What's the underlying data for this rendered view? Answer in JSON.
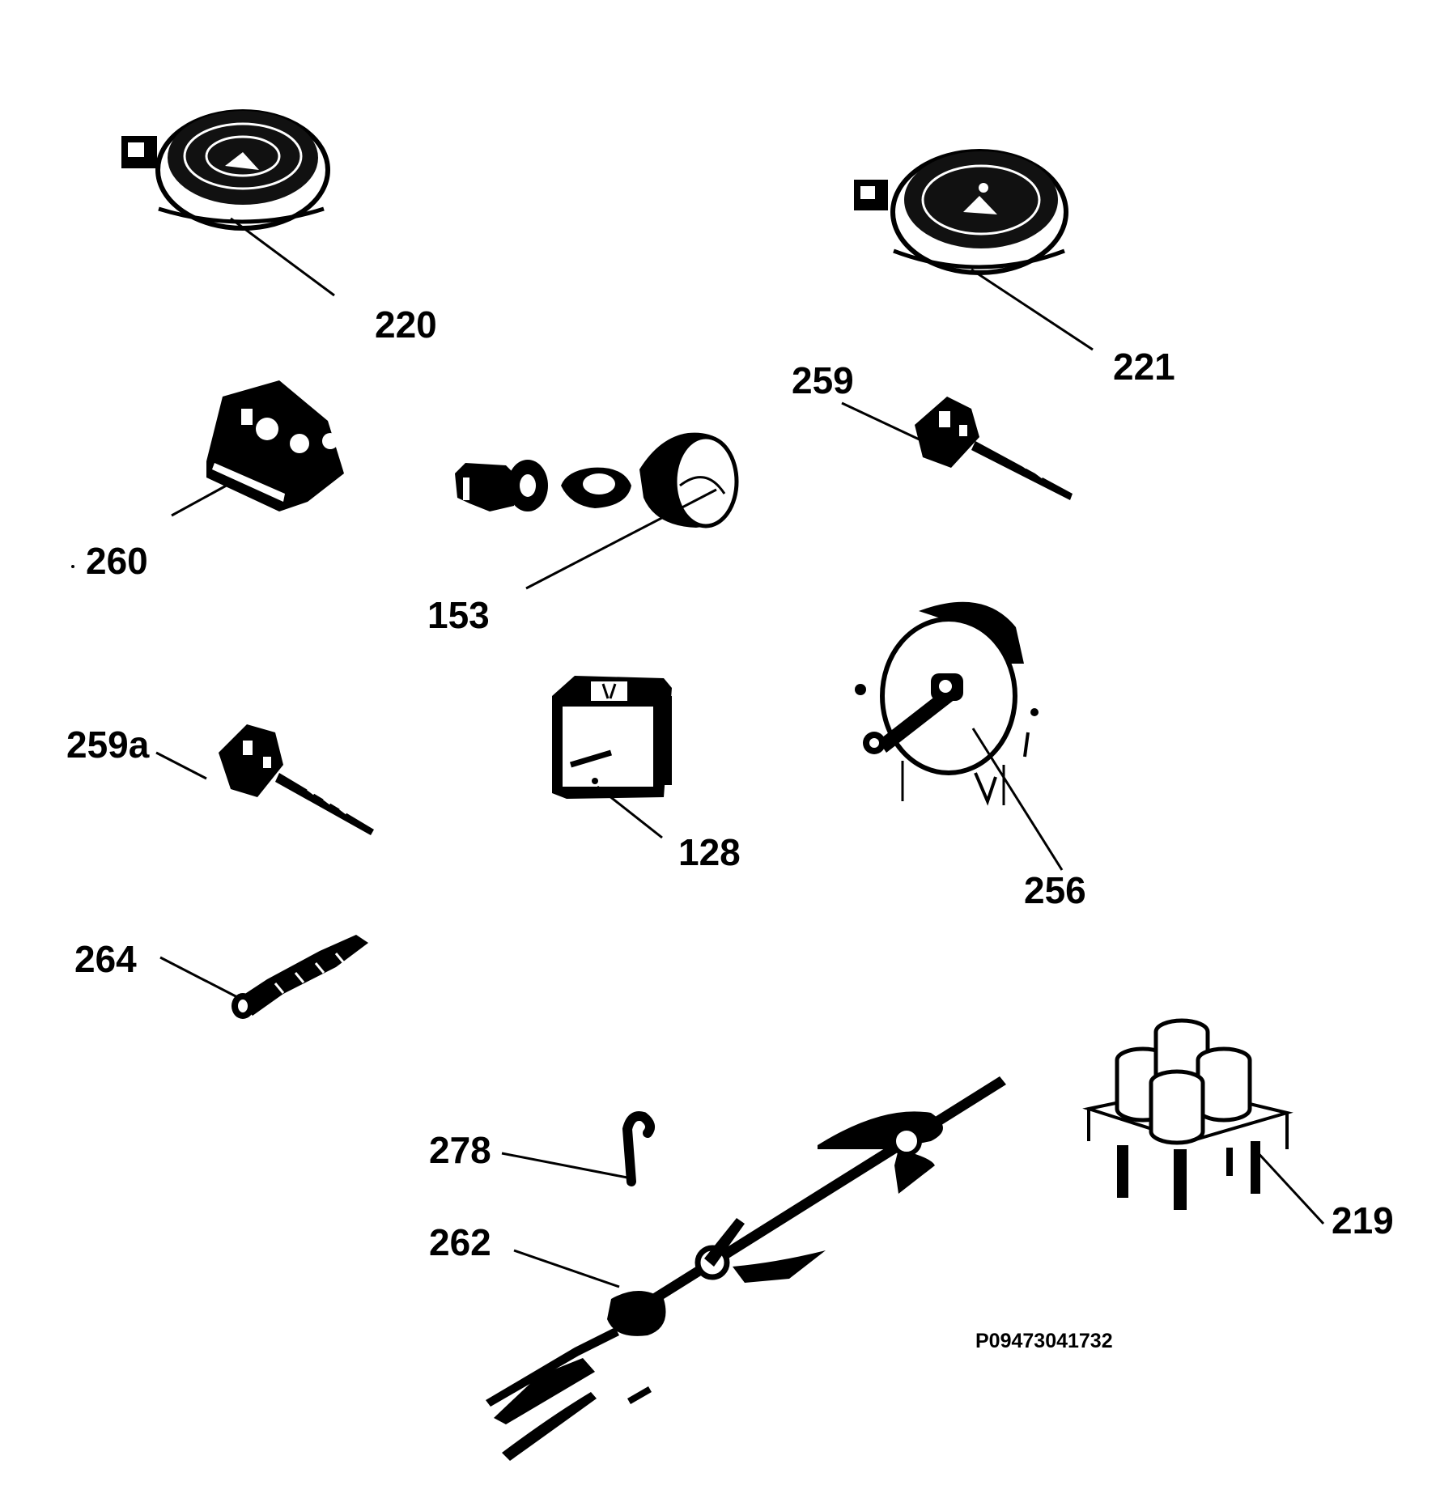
{
  "diagram": {
    "drawing_code": "P09473041732",
    "parts": [
      {
        "id": "hotplate-220",
        "label": "220"
      },
      {
        "id": "hotplate-221",
        "label": "221"
      },
      {
        "id": "energy-regulator-259",
        "label": "259"
      },
      {
        "id": "switch-260",
        "label": "260"
      },
      {
        "id": "lamp-assembly-153",
        "label": "153"
      },
      {
        "id": "regulator-259a",
        "label": "259a"
      },
      {
        "id": "thermostat-128",
        "label": "128"
      },
      {
        "id": "fan-motor-256",
        "label": "256"
      },
      {
        "id": "element-264",
        "label": "264"
      },
      {
        "id": "spit-clip-278",
        "label": "278"
      },
      {
        "id": "rotisserie-spit-262",
        "label": "262"
      },
      {
        "id": "terminal-block-219",
        "label": "219"
      }
    ]
  }
}
